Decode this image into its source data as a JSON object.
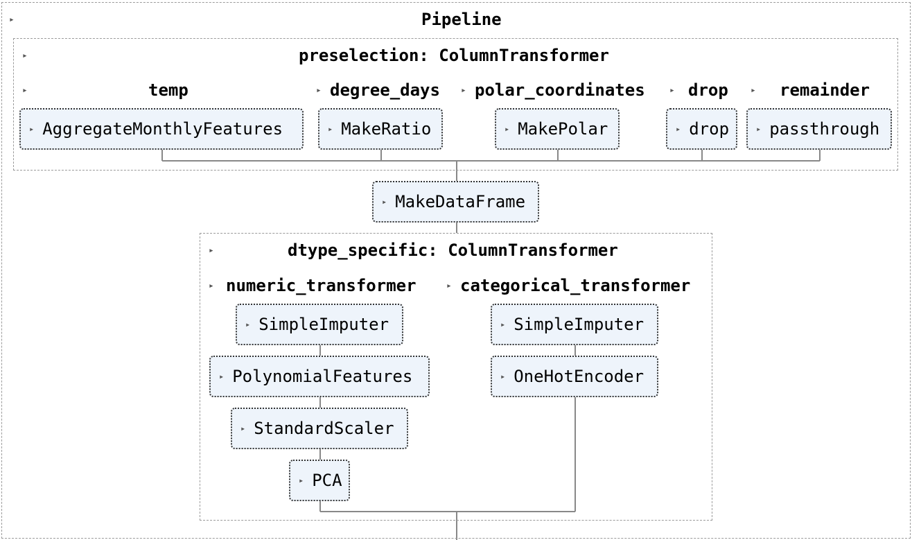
{
  "pipeline": {
    "title": "Pipeline",
    "preselection": {
      "title": "preselection: ColumnTransformer",
      "columns": [
        {
          "label": "temp",
          "step": "AggregateMonthlyFeatures"
        },
        {
          "label": "degree_days",
          "step": "MakeRatio"
        },
        {
          "label": "polar_coordinates",
          "step": "MakePolar"
        },
        {
          "label": "drop",
          "step": "drop"
        },
        {
          "label": "remainder",
          "step": "passthrough"
        }
      ]
    },
    "make_dataframe": "MakeDataFrame",
    "dtype_specific": {
      "title": "dtype_specific: ColumnTransformer",
      "numeric": {
        "label": "numeric_transformer",
        "steps": [
          "SimpleImputer",
          "PolynomialFeatures",
          "StandardScaler",
          "PCA"
        ]
      },
      "categorical": {
        "label": "categorical_transformer",
        "steps": [
          "SimpleImputer",
          "OneHotEncoder"
        ]
      }
    }
  },
  "icons": {
    "toggle": "triangle-right-icon"
  },
  "toggle_glyph": "▸"
}
